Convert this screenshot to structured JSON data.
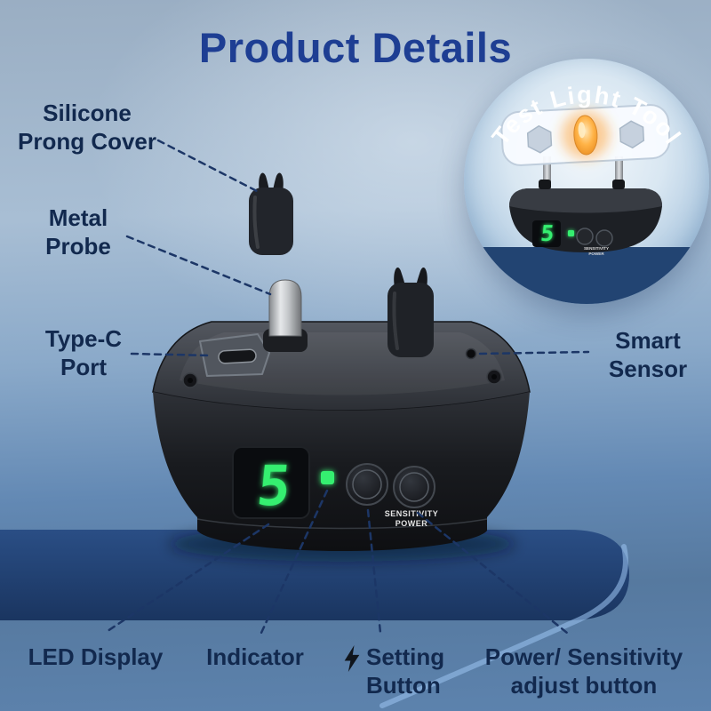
{
  "title": "Product Details",
  "inset": {
    "label": "Test Light Tool"
  },
  "callouts": {
    "silicone_prong_cover": "Silicone Prong Cover",
    "metal_probe": "Metal Probe",
    "type_c_port": "Type-C Port",
    "smart_sensor": "Smart Sensor",
    "led_display": "LED Display",
    "indicator": "Indicator",
    "setting_button": "Setting Button",
    "power_sensitivity": "Power/ Sensitivity adjust button"
  },
  "device": {
    "display_digit": "5",
    "button_label_line1": "SENSITIVITY",
    "button_label_line2": "POWER"
  },
  "inset_device": {
    "display_digit": "5",
    "button_label_line1": "SENSITIVITY",
    "button_label_line2": "POWER"
  },
  "colors": {
    "title_navy": "#1e3e93",
    "label_navy": "#12294e",
    "led_green": "#35ef70",
    "bulb_orange": "#ffb347",
    "platform_navy": "#1a3560"
  }
}
